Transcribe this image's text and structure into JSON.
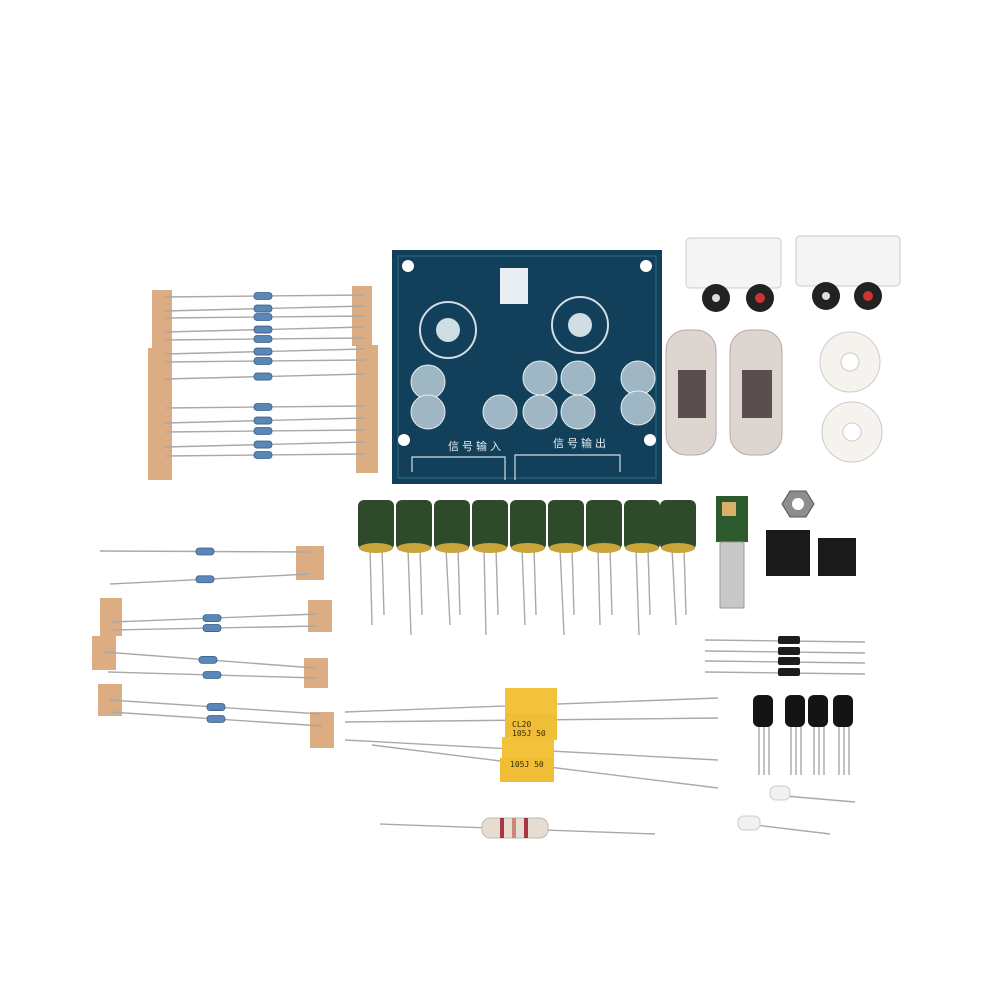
{
  "pcb": {
    "input_label": "信号输入",
    "output_label": "信号输出"
  },
  "film_capacitor": {
    "brand_code": "CL20",
    "value_label": "105J 50",
    "value_label_lower": "105J 50"
  },
  "colors": {
    "pcb": "#12405a",
    "capacitor": "#2e4a2a",
    "film_capacitor": "#f2c23a",
    "tape": "#d9a577"
  }
}
